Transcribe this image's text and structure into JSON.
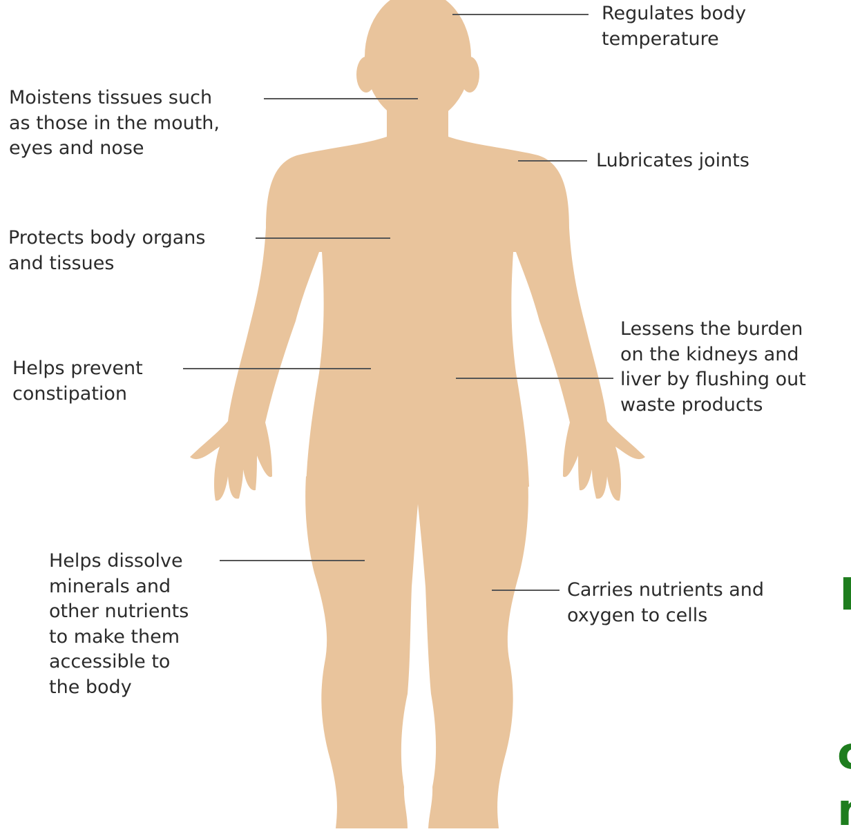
{
  "colors": {
    "body_fill": "#e9c49c",
    "leader_line": "#555555",
    "label_text": "#2b2b2b",
    "fragment_green": "#1e7d1e"
  },
  "labels": {
    "temperature": [
      "Regulates body",
      "temperature"
    ],
    "moistens": [
      "Moistens tissues such",
      "as those in the mouth,",
      "eyes and nose"
    ],
    "joints": [
      "Lubricates joints"
    ],
    "protects": [
      "Protects body organs",
      "and tissues"
    ],
    "kidneys": [
      "Lessens the burden",
      "on the kidneys and",
      "liver by flushing out",
      "waste products"
    ],
    "constipation": [
      "Helps prevent",
      "constipation"
    ],
    "dissolve": [
      "Helps dissolve",
      "minerals and",
      "other nutrients",
      "to make them",
      "accessible to",
      "the body"
    ],
    "nutrients": [
      "Carries nutrients and",
      "oxygen to cells"
    ]
  },
  "fragments": {
    "upper": "I",
    "middle": "c",
    "lower": "n"
  }
}
